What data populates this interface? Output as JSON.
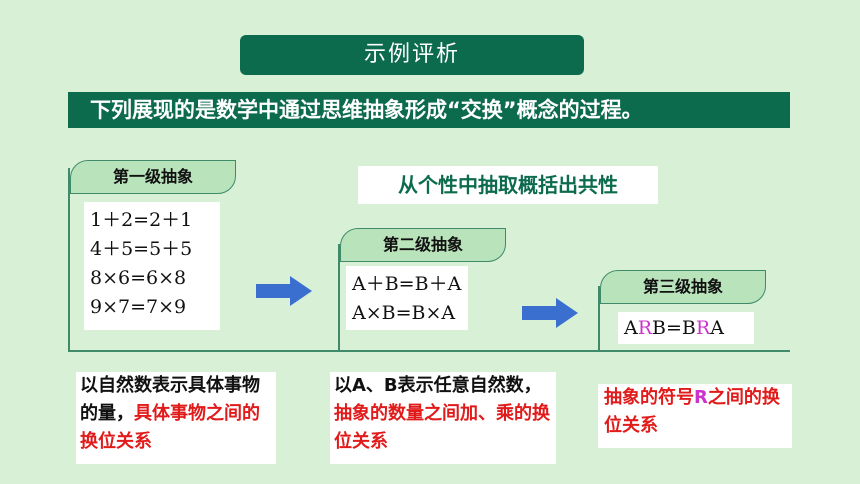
{
  "title": "示例评析",
  "banner": "下列展现的是数学中通过思维抽象形成“交换”概念的过程。",
  "subhead": "从个性中抽取概括出共性",
  "level1": {
    "tab": "第一级抽象",
    "formulas": [
      "1＋2=2＋1",
      "4＋5=5＋5",
      "8×6=6×8",
      "9×7=7×9"
    ],
    "note_black": "以自然数表示具体事物的量，",
    "note_red": "具体事物之间的换位关系"
  },
  "level2": {
    "tab": "第二级抽象",
    "formulas": [
      "A＋B=B＋A",
      "A×B=B×A"
    ],
    "note_black": "以A、B表示任意自然数，",
    "note_red": "抽象的数量之间加、乘的换位关系"
  },
  "level3": {
    "tab": "第三级抽象",
    "formula_parts": [
      "A",
      "R",
      "B=B",
      "R",
      "A"
    ],
    "note_a": "抽象的符号",
    "note_r": "R",
    "note_b": "之间的换位关系"
  },
  "colors": {
    "accent": "#0d6b4d",
    "background": "#d8f0d6",
    "red": "#e11a1a",
    "pink": "#cc33cc",
    "arrow": "#3b6fcf"
  }
}
